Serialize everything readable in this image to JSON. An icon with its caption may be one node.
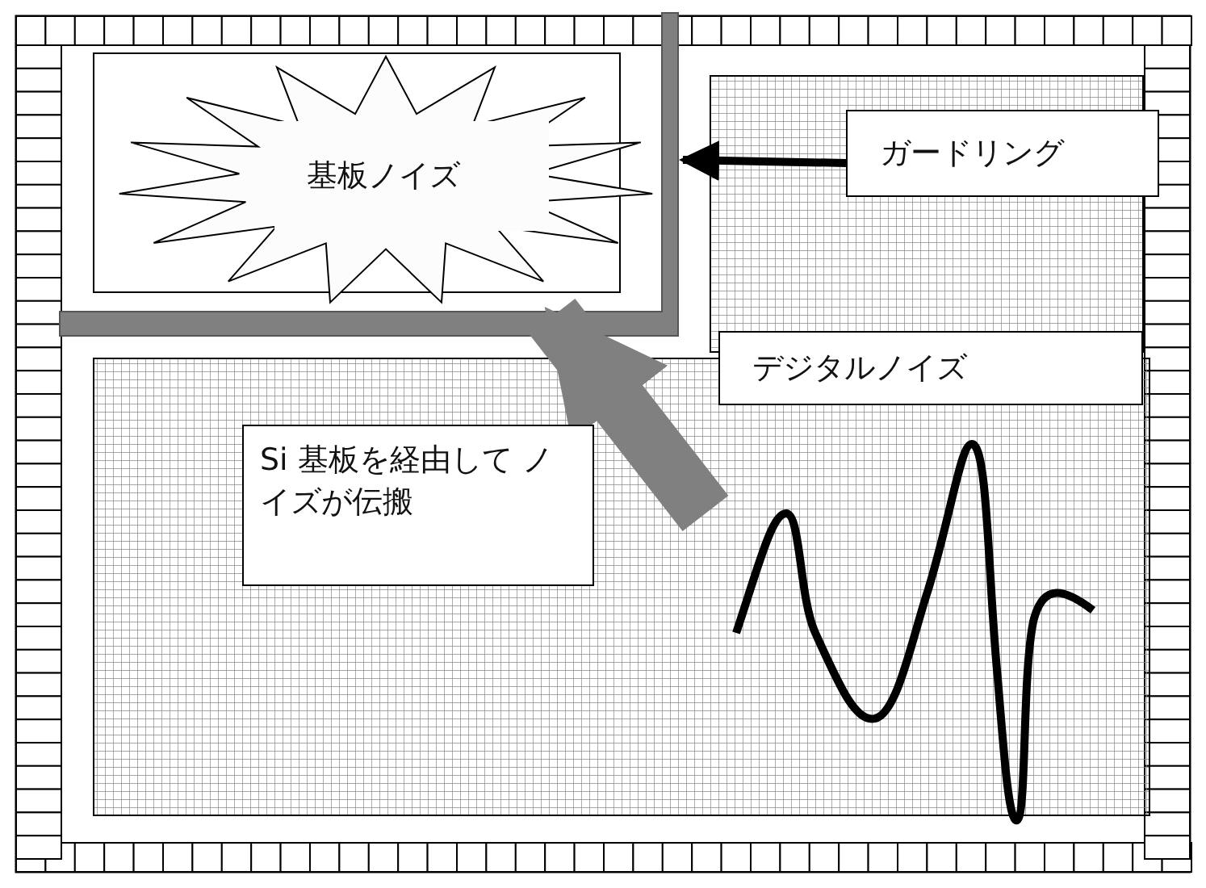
{
  "diagram": {
    "nodes": [
      {
        "text": [
          "基板ノイズ"
        ]
      },
      {
        "text": [
          "ガードリング"
        ]
      },
      {
        "text": [],
        "shape": "bar"
      },
      {
        "text": [
          "デジタルノイズ"
        ]
      },
      {
        "text": [
          "Si 基板を経由して ノイズが伝搬"
        ]
      }
    ],
    "edges": [
      {
        "from": 1,
        "to": 2,
        "arrow": "to"
      },
      {
        "from": null,
        "to": 0,
        "arrow": "to",
        "style": "thick",
        "color": "#808080"
      }
    ]
  }
}
